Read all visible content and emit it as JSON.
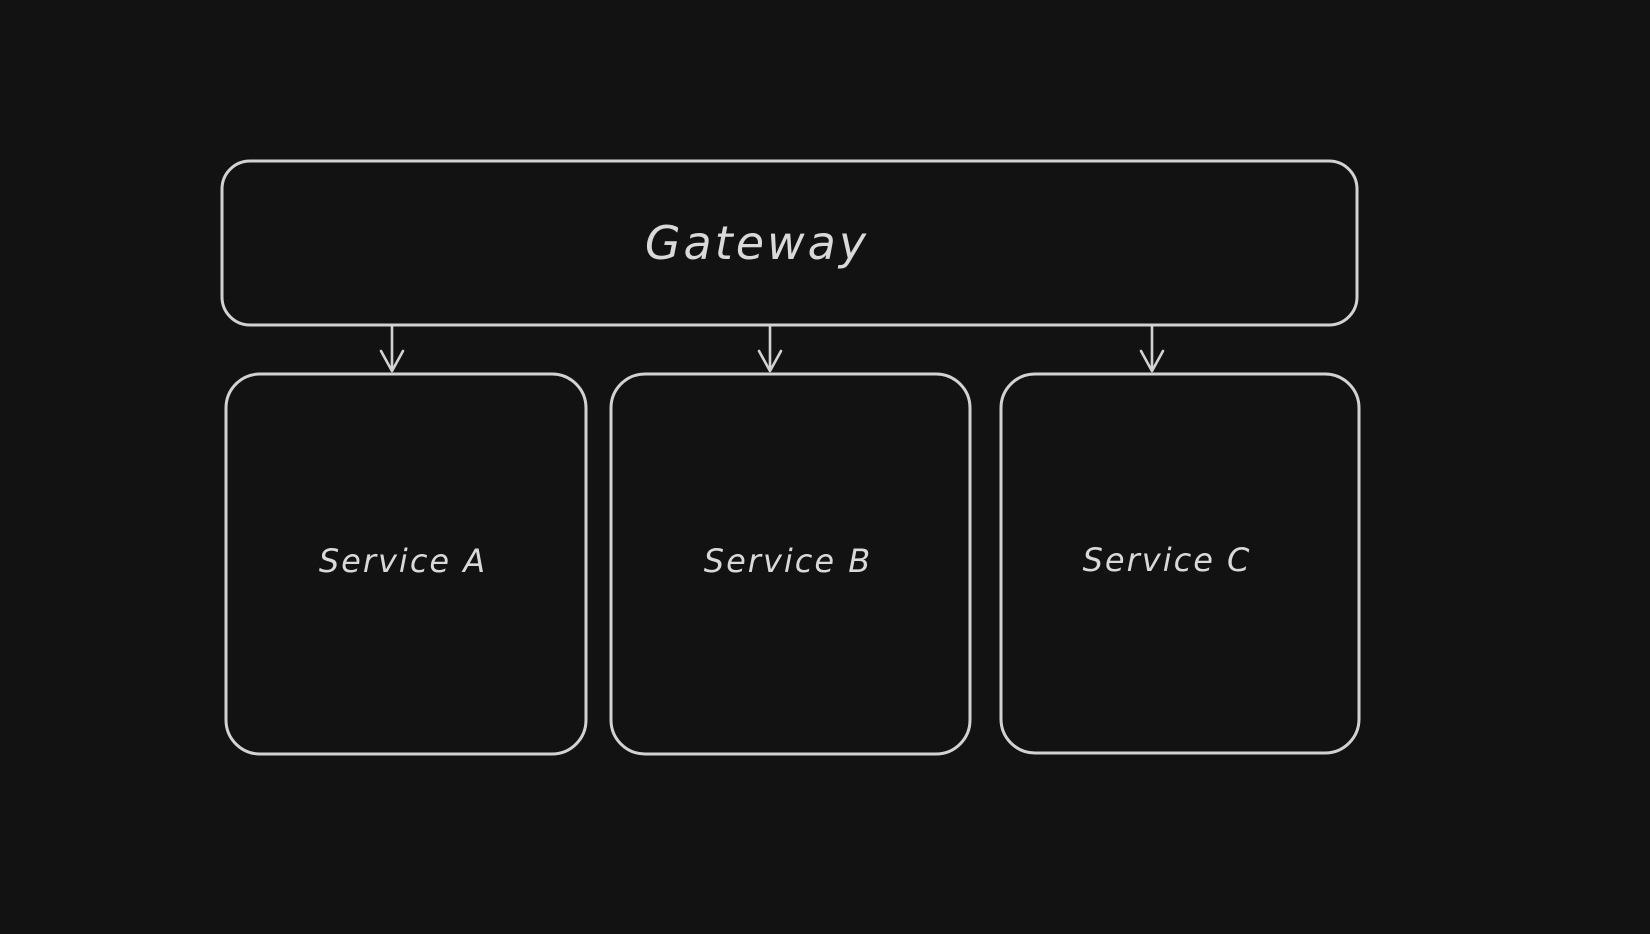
{
  "diagram": {
    "type": "flowchart",
    "style": "hand-drawn",
    "colors": {
      "background": "#121212",
      "stroke": "#d2d2d2",
      "text": "#d9d9d9"
    },
    "nodes": {
      "gateway": {
        "label": "Gateway",
        "role": "root"
      },
      "service_a": {
        "label": "Service A",
        "role": "child"
      },
      "service_b": {
        "label": "Service B",
        "role": "child"
      },
      "service_c": {
        "label": "Service C",
        "role": "child"
      }
    },
    "edges": [
      {
        "from": "Gateway",
        "to": "Service A",
        "arrow": "down"
      },
      {
        "from": "Gateway",
        "to": "Service B",
        "arrow": "down"
      },
      {
        "from": "Gateway",
        "to": "Service C",
        "arrow": "down"
      }
    ]
  }
}
